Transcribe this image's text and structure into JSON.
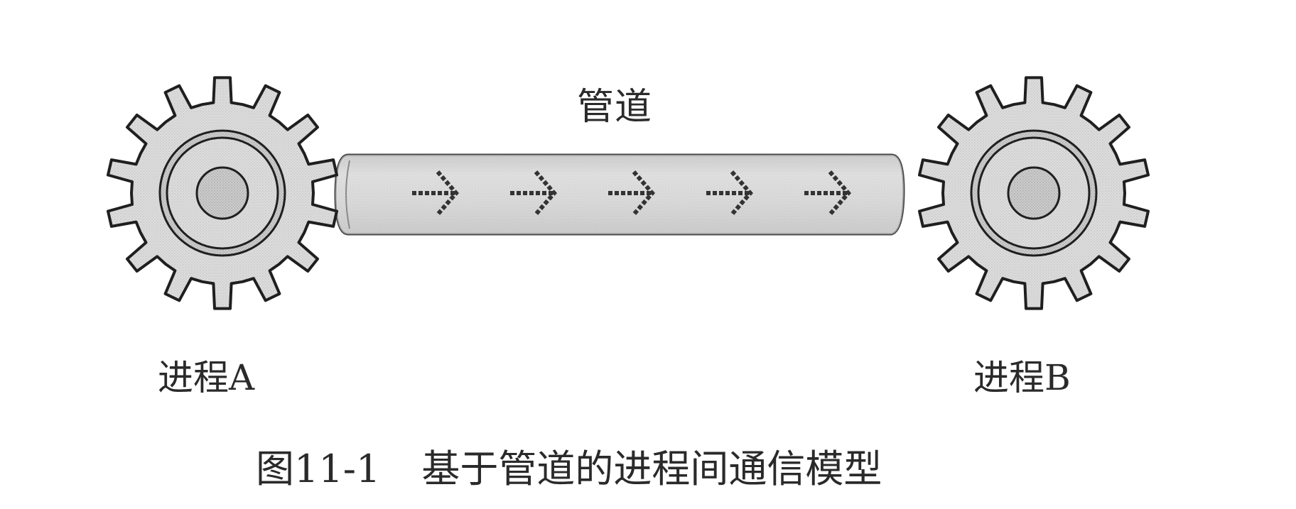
{
  "diagram": {
    "pipe_label": "管道",
    "process_a_label": "进程A",
    "process_b_label": "进程B",
    "caption_number": "图11-1",
    "caption_text": "基于管道的进程间通信模型"
  },
  "icons": {
    "left_gear": "gear-icon",
    "right_gear": "gear-icon",
    "pipe": "pipe-icon",
    "arrow": "arrow-right-icon"
  },
  "colors": {
    "stroke": "#1f1f1f",
    "fill": "#d8d8d8",
    "inner_fill": "#c7c7c7",
    "arrow": "#333333"
  }
}
